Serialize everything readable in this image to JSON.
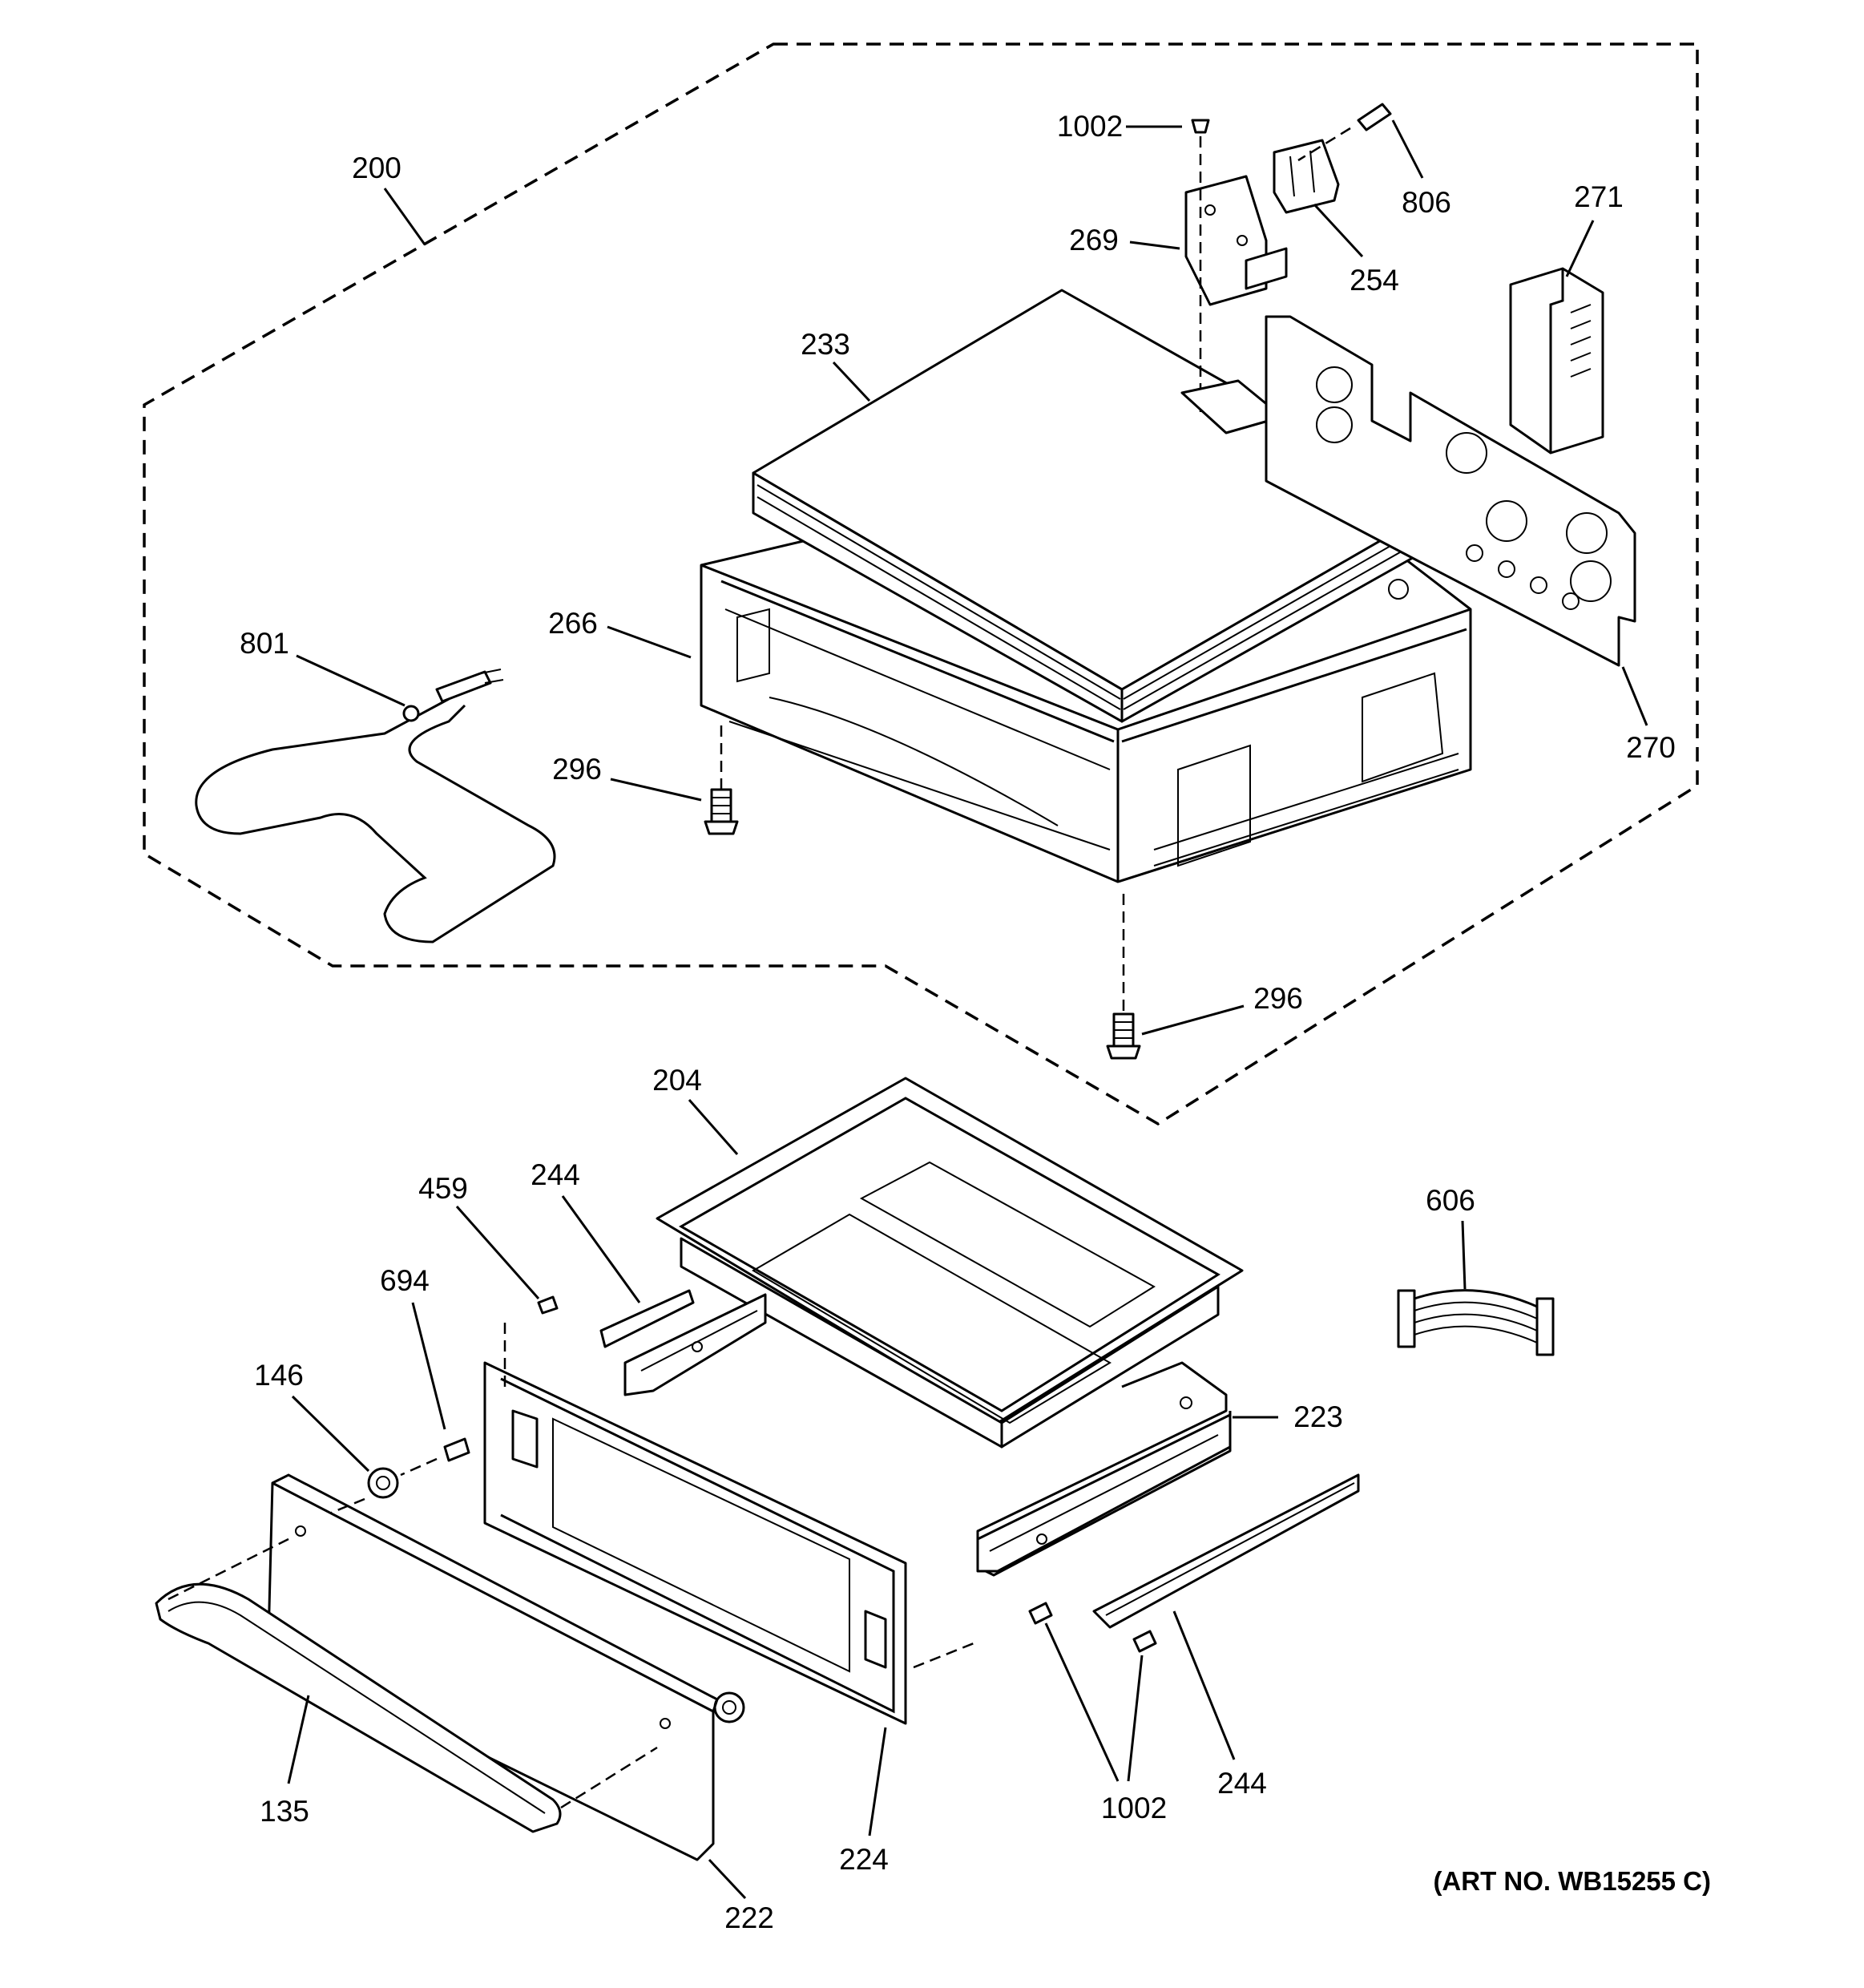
{
  "diagram": {
    "type": "exploded-parts-diagram",
    "art_number": "(ART NO. WB15255 C)",
    "callouts": [
      {
        "id": "c200",
        "label": "200"
      },
      {
        "id": "c1002a",
        "label": "1002"
      },
      {
        "id": "c806",
        "label": "806"
      },
      {
        "id": "c269",
        "label": "269"
      },
      {
        "id": "c254",
        "label": "254"
      },
      {
        "id": "c271",
        "label": "271"
      },
      {
        "id": "c233",
        "label": "233"
      },
      {
        "id": "c266",
        "label": "266"
      },
      {
        "id": "c801",
        "label": "801"
      },
      {
        "id": "c296a",
        "label": "296"
      },
      {
        "id": "c270",
        "label": "270"
      },
      {
        "id": "c296b",
        "label": "296"
      },
      {
        "id": "c204",
        "label": "204"
      },
      {
        "id": "c459",
        "label": "459"
      },
      {
        "id": "c244a",
        "label": "244"
      },
      {
        "id": "c606",
        "label": "606"
      },
      {
        "id": "c694",
        "label": "694"
      },
      {
        "id": "c146",
        "label": "146"
      },
      {
        "id": "c223",
        "label": "223"
      },
      {
        "id": "c135",
        "label": "135"
      },
      {
        "id": "c224",
        "label": "224"
      },
      {
        "id": "c1002b",
        "label": "1002"
      },
      {
        "id": "c244b",
        "label": "244"
      },
      {
        "id": "c222",
        "label": "222"
      }
    ]
  }
}
